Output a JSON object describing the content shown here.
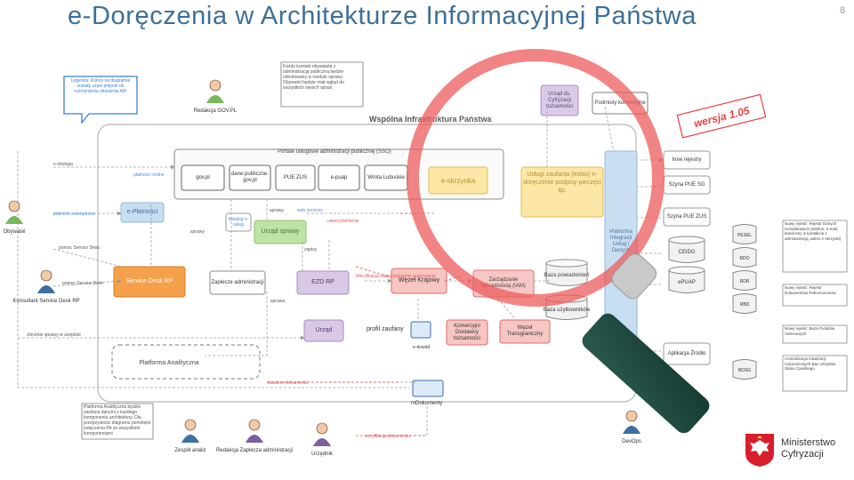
{
  "slide": {
    "title": "e-Doręczenia w Architekturze Informacyjnej Państwa",
    "page_number": "8",
    "ministry": "Ministerstwo\nCyfryzacji",
    "stamp": "wersja 1.05"
  },
  "colors": {
    "orange": "#f5a04a",
    "green": "#bfe3a6",
    "blue": "#c7ddf1",
    "pink": "#f6c6c2",
    "purple": "#d9c8e6",
    "yellow": "#fde6a2",
    "red_ring": "#ea5a5a",
    "accent": "#3d6f9a"
  },
  "diagram": {
    "infra_title": "Wspólna Infrastruktura Państwa",
    "portal_title": "Portale usługowe administracji publicznej (SSO)",
    "portals": [
      "gov.pl",
      "dane.publiczne. gov.pl",
      "PUE ZUS",
      "e-puap",
      "Wrota Lubuskie"
    ],
    "eskrzynka": "e-skrzynka",
    "trust_services": "Usługi zaufania (eidas) e-doręczenie podpisy pieczęci itp.",
    "boxes": {
      "eplatnosci": "e-Płatności",
      "katalog": "Katalog e-usług",
      "urzad_sprawy": "Urząd sprawy",
      "service_desk": "Service Desk RP",
      "zaplecze": "Zaplecze administracji",
      "ezd": "EZD RP",
      "wezel": "Węzeł Krajowy",
      "zarzadzanie": "Zarządzanie tożsamością (IAM)",
      "baza_pow": "Baza powiadomień",
      "baza_uzyt": "Baza użytkowników",
      "urzad": "Urząd",
      "profil": "profil zaufany",
      "eid": "e-dowód",
      "komercyjni": "Komercyjni Dostawcy tożsamości",
      "transgraniczny": "Węzeł Transgraniczny",
      "platforma": "Platforma Analityczna",
      "mdok": "mDokumenty",
      "urzad_cyfr": "Urząd ds. Cyfryzacji tożsamości",
      "podmioty": "Podmioty komercyjne",
      "szyna": "Platforma Integracji Usług i Danych",
      "inne_rejestry": "Inne rejestry",
      "szyna_pue_sg": "Szyna PUE SG",
      "szyna_pue_zus": "Szyna PUE ZUS",
      "ceidg": "CEIDG",
      "epuap_lbl": "ePUAP",
      "aplikacje": "Aplikacja Źródło"
    },
    "registers": [
      "PESEL",
      "RDO",
      "RDR",
      "RBD",
      "BDSG"
    ],
    "side_notes": [
      "Nowy rejestr: Rejestr Danych Kontaktowych (telefon, e-mail, kanał etc) w kontakcie z administracją, adres e-skrzynki)",
      "Nowy rejestr: Rejestr Dokumentów Pełnomocnictw",
      "Nowy rejestr: Baza Punktów Adresowych",
      "Centralizacja lokalizacji rozproszonych Baz Urzędów Stanu Cywilnego"
    ],
    "callouts": {
      "legend": "Legenda: Kolory na diagramie zostały użyte jedynie do rozróżnienia obszarów AIP",
      "kontakt": "Każdy kontakt obywatela z administracją publiczną będzie odnotowany w module sprawy. Obywatel będzie miał wgląd do wszystkich swoich spraw",
      "analityka": "Platforma Analityczna będzie zasilana danymi z każdego komponentu architektury. Dla przejrzystości diagramu pominięto połączenia PA ze wszystkimi komponentami"
    },
    "actors": {
      "redakcja_gov": "Redakcja GOV.PL",
      "obywatel": "Obywatel",
      "konsultant": "Konsultant Service Desk RP",
      "zespol": "Zespół analiz",
      "redakcja_zaplecza": "Redakcja Zaplecza administracji",
      "urzednik": "Urzędnik",
      "devops": "DevOps"
    },
    "edges": {
      "e_obsluga": "e-obsługa",
      "platnosci_online": "płatności online",
      "platnosci_zew": "płatności zewnętrzne",
      "pomoc_sd": "pomoc Service Desk",
      "pomoc_sd2": "pomoc Service Desk",
      "zlecenie": "zlecenie sprawy w urzędzie",
      "sprawy": "sprawy",
      "sprawy2": "sprawy",
      "sprawa": "sprawa",
      "web_services": "web services",
      "uwierzytelnienie": "uwierzytelnienie",
      "autoryzacja": "Weryfikacja uwierzytelniania autoryzacja",
      "okazanie": "okazanie dokumentu",
      "weryfikacja": "weryfikacja dokumentu",
      "zaspisy": "zapisy"
    }
  }
}
